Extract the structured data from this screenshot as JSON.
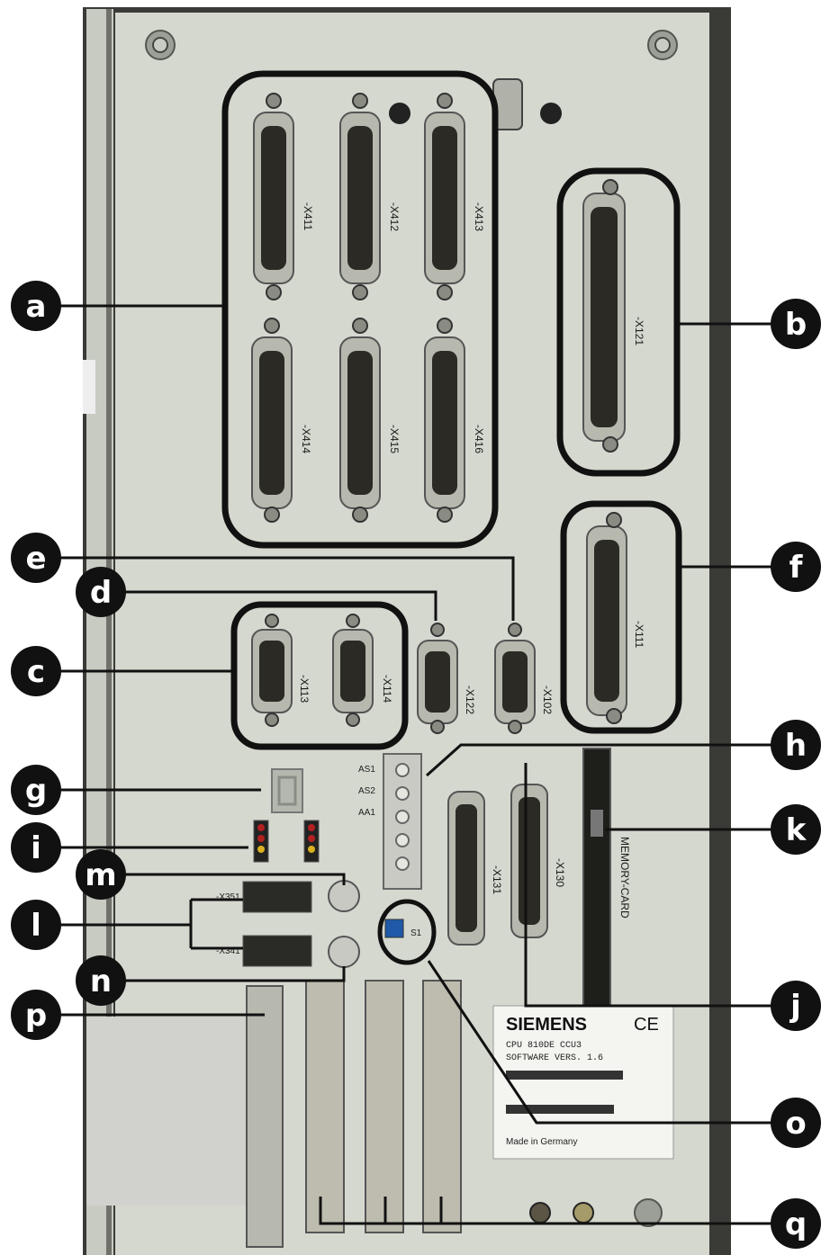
{
  "colors": {
    "panel": "#d5d8cf",
    "panel_shadow": "#a9ada4",
    "callout": "#111111",
    "connector_body": "#2b2a25",
    "connector_shell": "#b7b8ae",
    "label_bg": "#f4f4f0"
  },
  "callouts": [
    "a",
    "b",
    "c",
    "d",
    "e",
    "f",
    "g",
    "h",
    "i",
    "j",
    "k",
    "l",
    "m",
    "n",
    "o",
    "p",
    "q"
  ],
  "ports": {
    "x411": "-X411",
    "x412": "-X412",
    "x413": "-X413",
    "x414": "-X414",
    "x415": "-X415",
    "x416": "-X416",
    "x121": "-X121",
    "x113": "-X113",
    "x114": "-X114",
    "x122": "-X122",
    "x102": "-X102",
    "x111": "-X111",
    "x131": "-X131",
    "x130": "-X130",
    "x351": "-X351",
    "x341": "-X341"
  },
  "analog": [
    "AS1",
    "AS2",
    "AA1"
  ],
  "switch_label": "S1",
  "memory_card": "MEMORY-CARD",
  "nameplate": {
    "brand": "SIEMENS",
    "ce": "CE",
    "line1": "CPU 810DE CCU3",
    "line2": "SOFTWARE VERS. 1.6",
    "made_in": "Made in Germany"
  }
}
